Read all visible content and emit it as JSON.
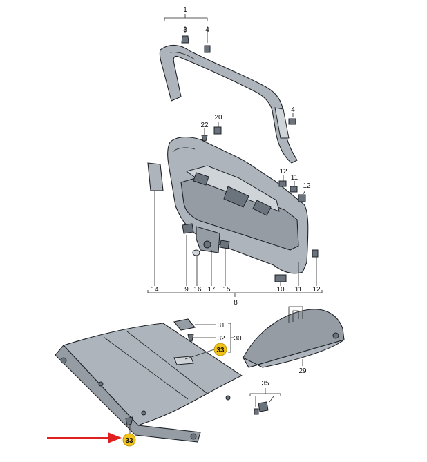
{
  "callouts": {
    "c1": "1",
    "c3": "3",
    "c4a": "4",
    "c4b": "4",
    "c20": "20",
    "c22": "22",
    "c12a": "12",
    "c11a": "11",
    "c12b": "12",
    "c14": "14",
    "c9": "9",
    "c16": "16",
    "c17": "17",
    "c15": "15",
    "c10": "10",
    "c11b": "11",
    "c12c": "12",
    "c8": "8",
    "c31": "31",
    "c32": "32",
    "c30": "30",
    "c33a": "33",
    "c29": "29",
    "c35": "35",
    "c33b": "33"
  },
  "colors": {
    "highlight": "#f2c21a",
    "arrow": "#e02020",
    "part_fill": "#aeb4bb"
  }
}
